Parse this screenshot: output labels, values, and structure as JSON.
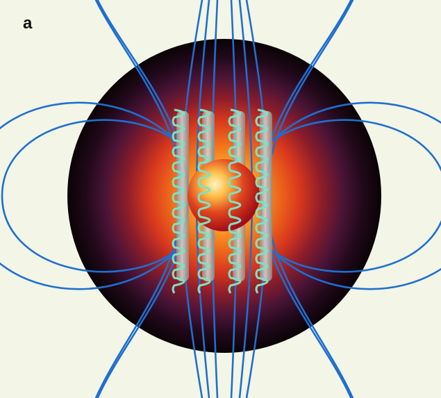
{
  "figure": {
    "panel_label": "a"
  },
  "colors": {
    "background": "#f3f5e6",
    "outer_shell": "#0d0509",
    "mantle_purple": "#4a1436",
    "mid_red": "#c8281f",
    "inner_orange": "#f57a1a",
    "core_glow": "#ffd24a",
    "inner_core": "#b0151a",
    "field_lines": "#1e6fd0",
    "helix_strand": "#7fe0c4",
    "column_fill": "#b8bab4"
  },
  "components": {
    "sphere": "planetary-interior",
    "inner_core": "solid-inner-core",
    "columns": [
      "convection-column-1",
      "convection-column-2",
      "convection-column-3",
      "convection-column-4"
    ],
    "field": "dipole-magnetic-field-lines"
  }
}
